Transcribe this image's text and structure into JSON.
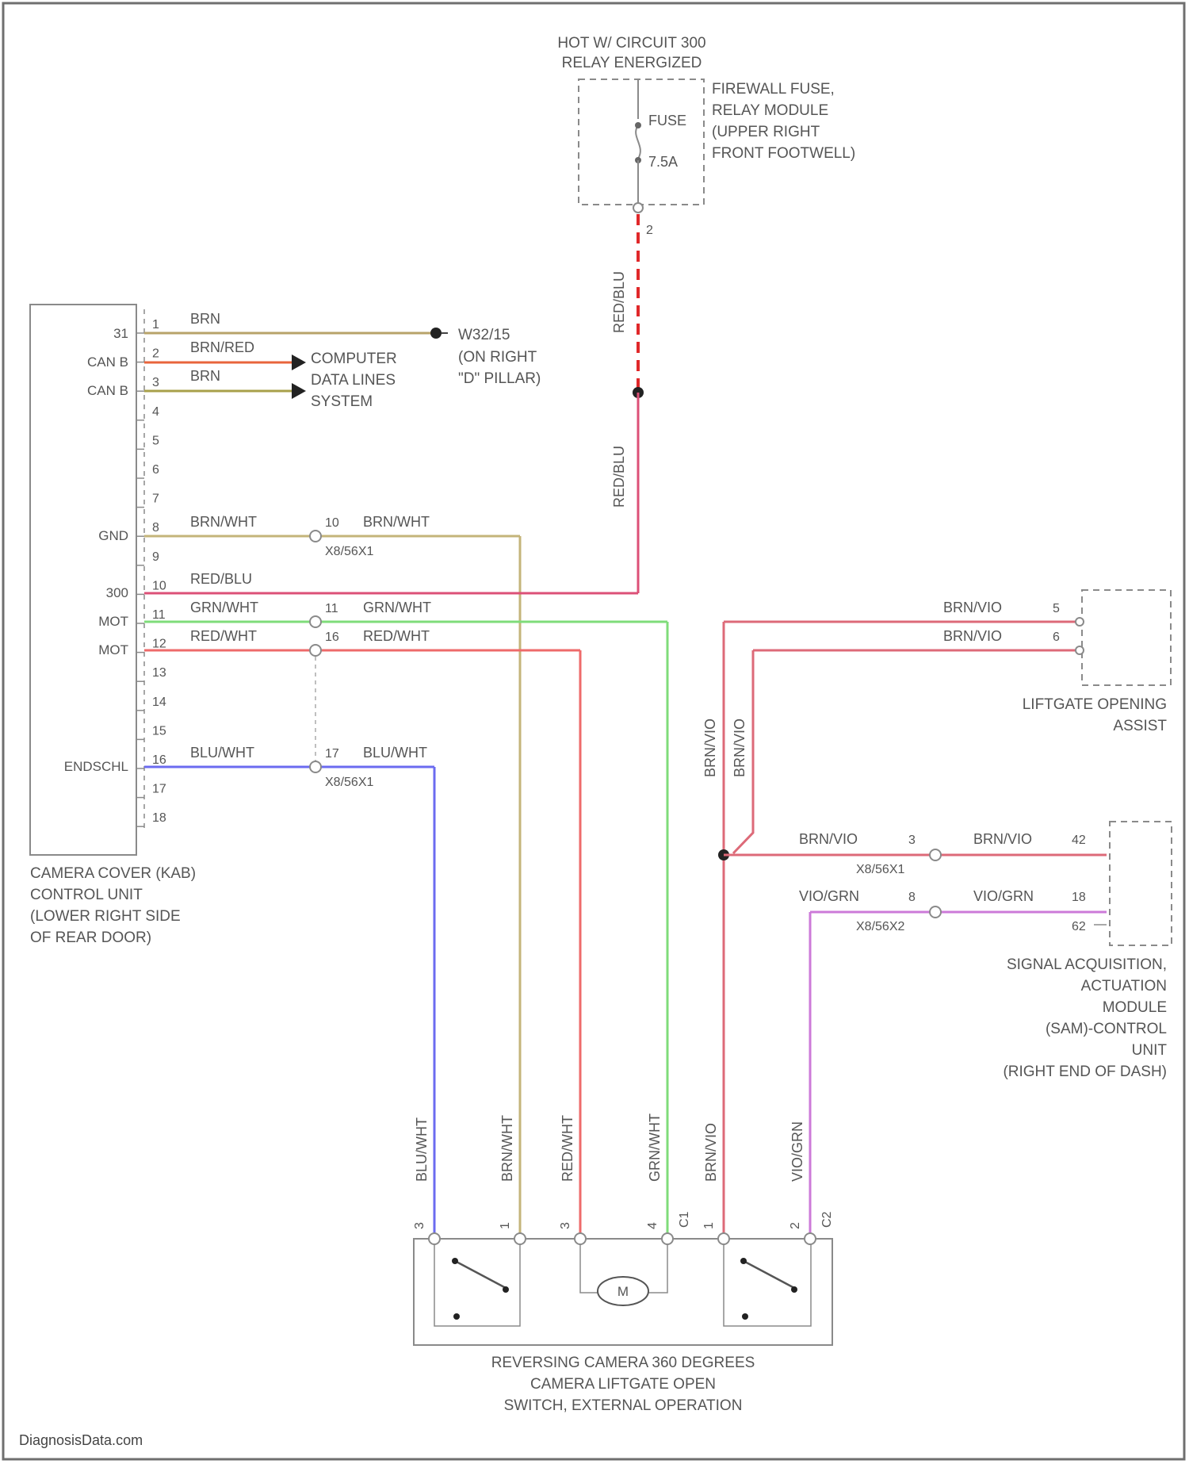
{
  "colors": {
    "brn": "#b8a36a",
    "can_h": "#e8653c",
    "can_l": "#a8a04a",
    "gnd": "#c4b47a",
    "red_blu": "#dc5077",
    "fuse_feed": "#e0282a",
    "grn_wht": "#7fdc7a",
    "red_wht": "#ee6a6a",
    "blu_wht": "#6b6bf0",
    "brn_vio": "#dd6a78",
    "vio_grn": "#cc7ad8",
    "outline": "#8a8a8a",
    "text": "#555555"
  },
  "power": {
    "header_line1": "HOT W/ CIRCUIT 300",
    "header_line2": "RELAY ENERGIZED",
    "fuse_label": "FUSE",
    "fuse_rating": "7.5A",
    "fuse_pin": "2",
    "module_line1": "FIREWALL FUSE,",
    "module_line2": "RELAY MODULE",
    "module_line3": "(UPPER RIGHT",
    "module_line4": "FRONT FOOTWELL)"
  },
  "control_unit": {
    "name_line1": "CAMERA COVER (KAB)",
    "name_line2": "CONTROL UNIT",
    "name_line3": "(LOWER RIGHT SIDE",
    "name_line4": "OF REAR DOOR)",
    "pins": [
      "1",
      "2",
      "3",
      "4",
      "5",
      "6",
      "7",
      "8",
      "9",
      "10",
      "11",
      "12",
      "13",
      "14",
      "15",
      "16",
      "17",
      "18"
    ],
    "signals": {
      "p1": "31",
      "p2": "CAN B",
      "p3": "CAN B",
      "p8": "GND",
      "p10": "300",
      "p11": "MOT",
      "p12": "MOT",
      "p16": "ENDSCHL"
    }
  },
  "wires": {
    "p1": "BRN",
    "p2": "BRN/RED",
    "p3": "BRN",
    "p8": "BRN/WHT",
    "p10": "RED/BLU",
    "p11": "GRN/WHT",
    "p12": "RED/WHT",
    "p16": "BLU/WHT",
    "feed_upper": "RED/BLU",
    "feed_lower": "RED/BLU"
  },
  "ground": {
    "name": "W32/15",
    "loc_line1": "(ON RIGHT",
    "loc_line2": "\"D\" PILLAR)"
  },
  "can_system": {
    "line1": "COMPUTER",
    "line2": "DATA LINES",
    "line3": "SYSTEM"
  },
  "connectors": {
    "c1_pin_gnd": "10",
    "c1_wire_gnd": "BRN/WHT",
    "c1_name": "X8/56X1",
    "c1_pin_mot1": "11",
    "c1_wire_mot1": "GRN/WHT",
    "c1_pin_mot2": "16",
    "c1_wire_mot2": "RED/WHT",
    "c1_pin_end": "17",
    "c1_wire_end": "BLU/WHT",
    "c1_name_end": "X8/56X1"
  },
  "liftgate_assist": {
    "wire_a": "BRN/VIO",
    "pin_a": "5",
    "wire_b": "BRN/VIO",
    "pin_b": "6",
    "name_line1": "LIFTGATE OPENING",
    "name_line2": "ASSIST",
    "vert_wire_a": "BRN/VIO",
    "vert_wire_b": "BRN/VIO"
  },
  "sam": {
    "wire_in1": "BRN/VIO",
    "conn_pin1": "3",
    "conn1_name": "X8/56X1",
    "wire_out1": "BRN/VIO",
    "pin_out1": "42",
    "wire_in2": "VIO/GRN",
    "conn_pin2": "8",
    "conn2_name": "X8/56X2",
    "wire_out2": "VIO/GRN",
    "pin_out2": "18",
    "pin_out3": "62",
    "name_line1": "SIGNAL ACQUISITION,",
    "name_line2": "ACTUATION",
    "name_line3": "MODULE",
    "name_line4": "(SAM)-CONTROL",
    "name_line5": "UNIT",
    "name_line6": "(RIGHT END OF DASH)"
  },
  "camera": {
    "wires": [
      "BLU/WHT",
      "BRN/WHT",
      "RED/WHT",
      "GRN/WHT",
      "BRN/VIO",
      "VIO/GRN"
    ],
    "pins": [
      "3",
      "1",
      "3",
      "4",
      "1",
      "2"
    ],
    "conn_a": "C1",
    "conn_b": "C2",
    "motor_label": "M",
    "name_line1": "REVERSING CAMERA 360 DEGREES",
    "name_line2": "CAMERA LIFTGATE OPEN",
    "name_line3": "SWITCH, EXTERNAL OPERATION"
  },
  "watermark": "DiagnosisData.com"
}
